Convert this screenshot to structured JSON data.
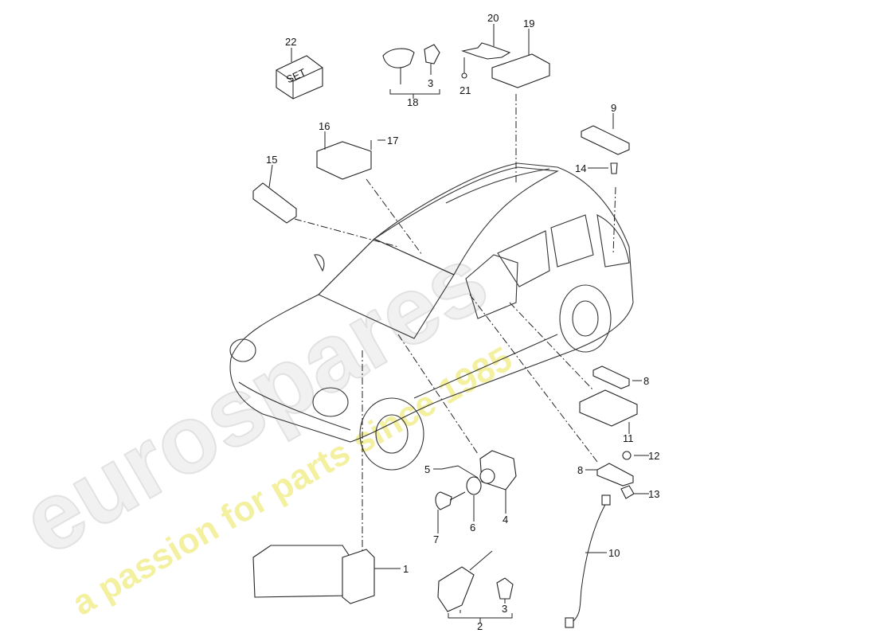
{
  "watermark": {
    "logo_text": "eurospares",
    "tagline": "a passion for parts since 1985",
    "logo_color": "#e6e6e6",
    "tagline_color": "#f3f0a0"
  },
  "diagram": {
    "set_box_text": "SET",
    "callouts": {
      "c1": "1",
      "c2": "2",
      "c3a": "3",
      "c3b": "3",
      "c4": "4",
      "c5": "5",
      "c6": "6",
      "c7": "7",
      "c8a": "8",
      "c8b": "8",
      "c9": "9",
      "c10": "10",
      "c11": "11",
      "c12": "12",
      "c13": "13",
      "c14": "14",
      "c15": "15",
      "c16": "16",
      "c17": "17",
      "c18": "18",
      "c19": "19",
      "c20": "20",
      "c21": "21",
      "c22": "22"
    }
  }
}
